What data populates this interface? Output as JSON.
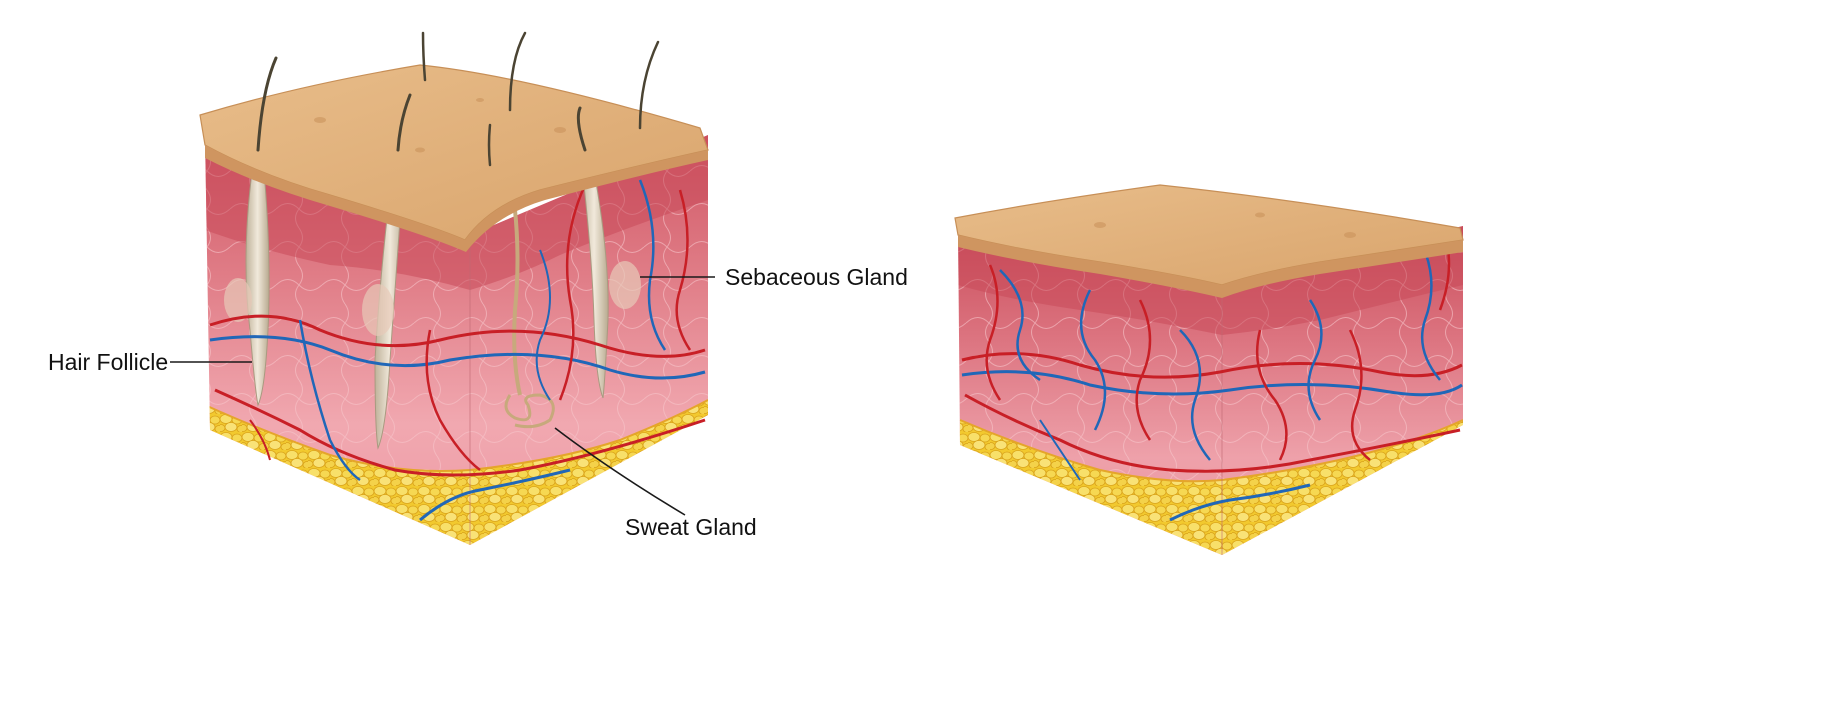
{
  "labels": {
    "hair_follicle": "Hair Follicle",
    "sebaceous_gland": "Sebaceous Gland",
    "sweat_gland": "Sweat Gland"
  },
  "colors": {
    "epidermis_top": "#e2b079",
    "epidermis_side": "#d99e68",
    "dermis_upper": "#d9646e",
    "dermis_lower": "#efa3ac",
    "fat": "#f4cd3a",
    "artery": "#c81f26",
    "vein": "#2067b8",
    "hair": "#4b4433",
    "follicle": "#dcd2bf",
    "sweat_duct": "#c7a97c"
  },
  "icons": {
    "left_block": "skin-cross-section-with-hair",
    "right_block": "skin-cross-section-without-hair"
  }
}
